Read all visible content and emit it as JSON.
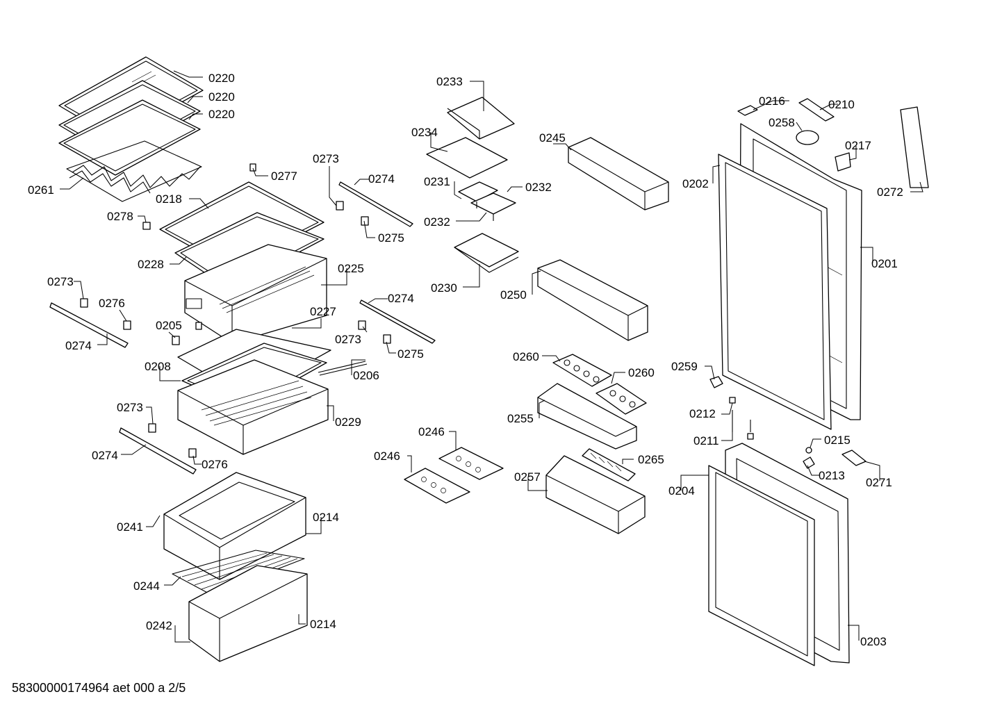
{
  "footer": {
    "document_code": "58300000174964 aet 000 a 2/5"
  },
  "labels": {
    "p0220a": "0220",
    "p0220b": "0220",
    "p0220c": "0220",
    "p0261": "0261",
    "p0277": "0277",
    "p0218": "0218",
    "p0278": "0278",
    "p0228": "0228",
    "p0225": "0225",
    "p0273a": "0273",
    "p0274a": "0274",
    "p0275a": "0275",
    "p0273b": "0273",
    "p0276a": "0276",
    "p0274b": "0274",
    "p0205": "0205",
    "p0227": "0227",
    "p0274c": "0274",
    "p0273c": "0273",
    "p0275b": "0275",
    "p0208": "0208",
    "p0206": "0206",
    "p0229": "0229",
    "p0273d": "0273",
    "p0274d": "0274",
    "p0276b": "0276",
    "p0241": "0241",
    "p0214a": "0214",
    "p0244": "0244",
    "p0242": "0242",
    "p0214b": "0214",
    "p0233": "0233",
    "p0234": "0234",
    "p0231": "0231",
    "p0232a": "0232",
    "p0232b": "0232",
    "p0230": "0230",
    "p0245": "0245",
    "p0250": "0250",
    "p0260a": "0260",
    "p0260b": "0260",
    "p0255": "0255",
    "p0246a": "0246",
    "p0246b": "0246",
    "p0257": "0257",
    "p0265": "0265",
    "p0216": "0216",
    "p0210": "0210",
    "p0258": "0258",
    "p0217": "0217",
    "p0202": "0202",
    "p0272": "0272",
    "p0201": "0201",
    "p0259": "0259",
    "p0212": "0212",
    "p0211": "0211",
    "p0215": "0215",
    "p0213": "0213",
    "p0271": "0271",
    "p0204": "0204",
    "p0203": "0203"
  }
}
